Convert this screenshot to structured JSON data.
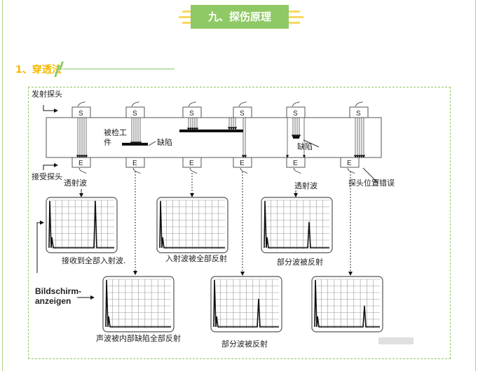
{
  "header": {
    "title": "九、探伤原理"
  },
  "section": {
    "title": "1、穿透法"
  },
  "diagram": {
    "emitter_label": "发射探头",
    "receiver_label": "接受探头",
    "workpiece_label_1": "被检工",
    "workpiece_label_2": "件",
    "defect_label_1": "缺陷",
    "defect_label_2": "缺陷",
    "transmitted_1": "透射波",
    "transmitted_2": "透射波",
    "probe_misplaced": "探头位置错误",
    "s_label": "S",
    "e_label": "E",
    "screen_label_1": "Bildschirm-",
    "screen_label_2": "anzeigen",
    "captions": [
      "接收到全部入射波.",
      "入射波被全部反射",
      "部分波被反射",
      "声波被内部缺陷全部反射",
      "部分波被反射"
    ],
    "screens": [
      {
        "peak": 1.0
      },
      {
        "peak": 0
      },
      {
        "peak": 0.55
      },
      {
        "peak": 0
      },
      {
        "peak": 0.6
      },
      {
        "peak": 0.45
      }
    ]
  },
  "colors": {
    "accent": "#8fc965",
    "section": "#f5b800",
    "bars": "#f9d860"
  }
}
